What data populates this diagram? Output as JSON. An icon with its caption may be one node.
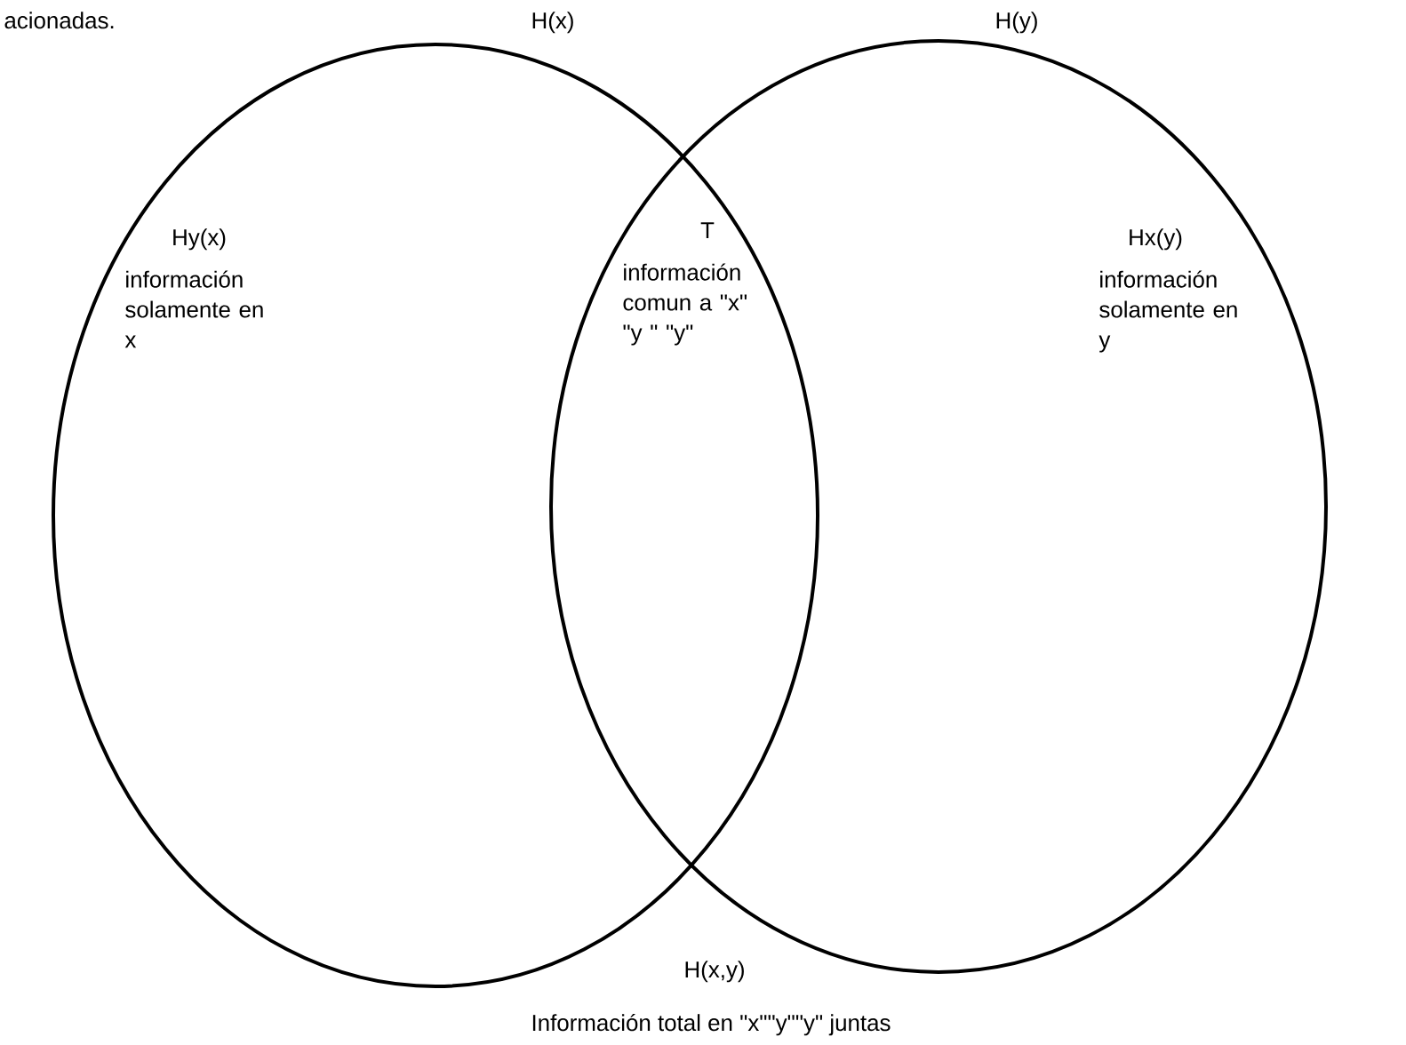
{
  "diagram": {
    "caption": "Información total en \"x\"\"y\"\"y\" juntas",
    "nodes": [
      {
        "text": [
          "H(x)",
          "Hy(x)",
          "información solamente en x"
        ]
      },
      {
        "text": [
          "H(y)",
          "Hx(y)",
          "información solamente en y"
        ]
      }
    ],
    "labels": [
      "acionadas.",
      "T",
      "información comun a \"x\" \"y \" \"y\"",
      "H(x,y)"
    ]
  }
}
